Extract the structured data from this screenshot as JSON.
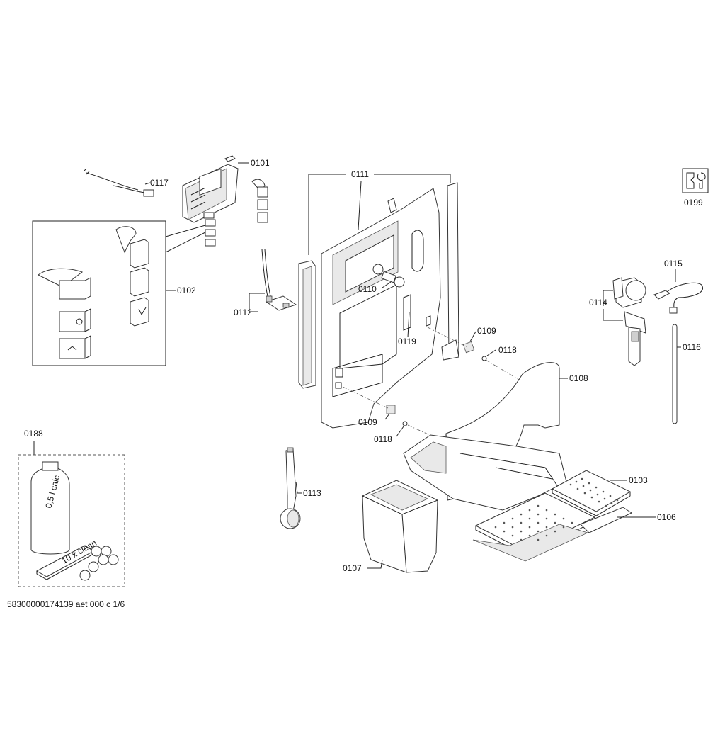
{
  "labels": {
    "p0101": "0101",
    "p0102": "0102",
    "p0103": "0103",
    "p0106": "0106",
    "p0107": "0107",
    "p0108": "0108",
    "p0109a": "0109",
    "p0109b": "0109",
    "p0110": "0110",
    "p0111": "0111",
    "p0112": "0112",
    "p0113": "0113",
    "p0114": "0114",
    "p0115": "0115",
    "p0116": "0116",
    "p0117": "0117",
    "p0118a": "0118",
    "p0118b": "0118",
    "p0119": "0119",
    "p0188": "0188",
    "p0199": "0199"
  },
  "bottle_text": "0,5 l calc",
  "tablet_text": "10 x clean",
  "footer_text": "58300000174139 aet 000 c 1/6",
  "icons": [
    "service-wrench-icon"
  ]
}
